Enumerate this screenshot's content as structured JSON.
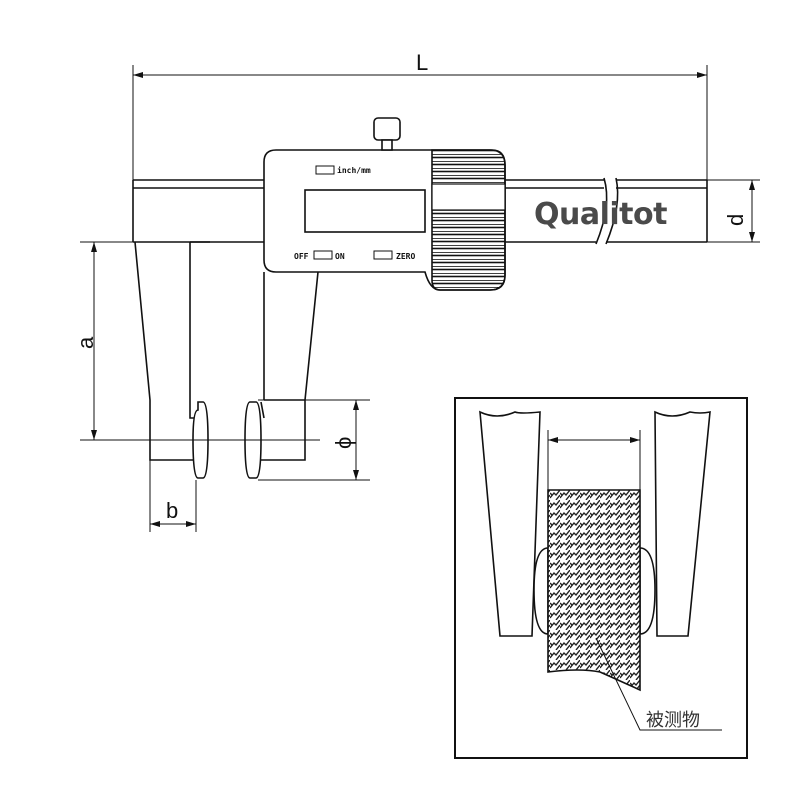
{
  "brand": "Qualitot",
  "dimensions": {
    "L": "L",
    "d": "d",
    "a": "a",
    "b": "b",
    "phi": "ϕ"
  },
  "display": {
    "unit_button": "inch/mm",
    "off_label": "OFF",
    "on_label": "ON",
    "zero_label": "ZERO"
  },
  "inset": {
    "object_label": "被测物"
  }
}
